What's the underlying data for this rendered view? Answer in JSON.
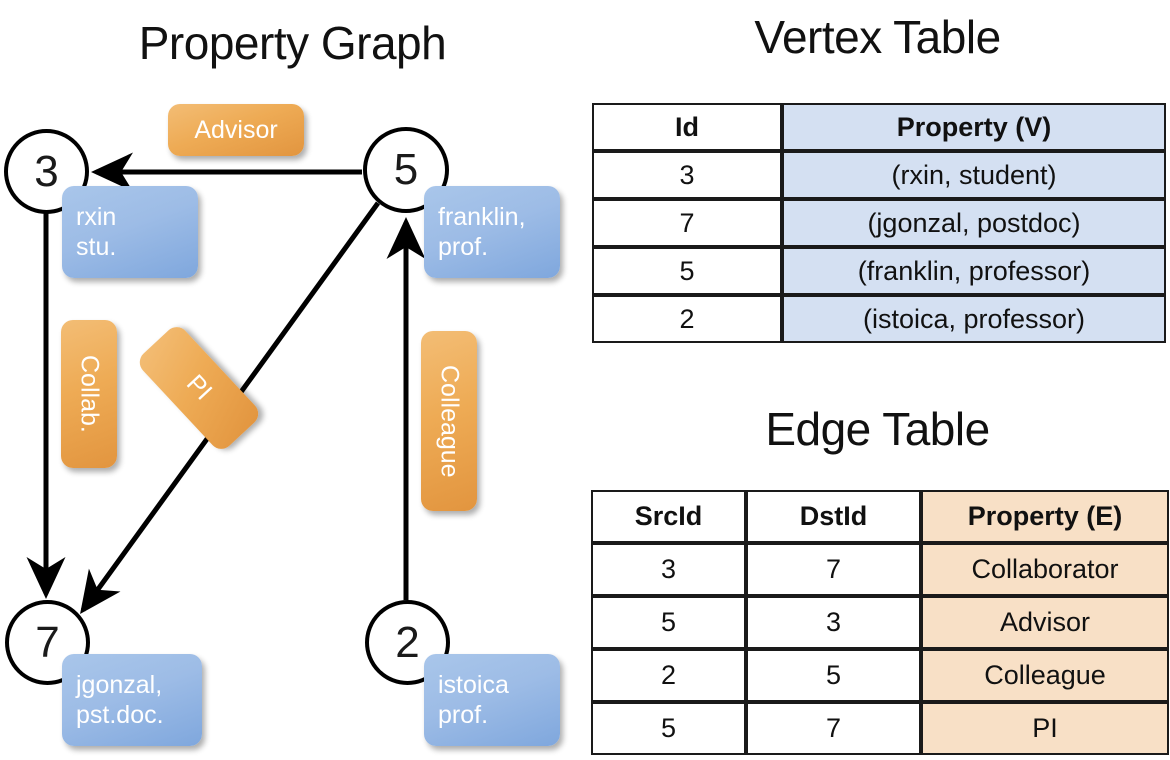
{
  "titles": {
    "graph": "Property Graph",
    "vertex_table": "Vertex Table",
    "edge_table": "Edge Table"
  },
  "colors": {
    "vertex_property_fill": "#d4e0f2",
    "edge_property_fill": "#f8e0c6",
    "vertex_box_blue": "#9dbce6",
    "edge_label_orange": "#eeab55",
    "stroke": "#000000",
    "background": "#ffffff"
  },
  "graph": {
    "nodes": [
      {
        "id": "3",
        "label": "3",
        "property_lines": [
          "rxin",
          "stu."
        ]
      },
      {
        "id": "5",
        "label": "5",
        "property_lines": [
          "franklin,",
          "prof."
        ]
      },
      {
        "id": "7",
        "label": "7",
        "property_lines": [
          "jgonzal,",
          "pst.doc."
        ]
      },
      {
        "id": "2",
        "label": "2",
        "property_lines": [
          "istoica",
          "prof."
        ]
      }
    ],
    "edge_labels": [
      {
        "id": "advisor",
        "text": "Advisor",
        "orientation": "horizontal"
      },
      {
        "id": "collab",
        "text": "Collab.",
        "orientation": "vertical"
      },
      {
        "id": "pi",
        "text": "PI",
        "orientation": "diagonal"
      },
      {
        "id": "colleague",
        "text": "Colleague",
        "orientation": "vertical"
      }
    ],
    "edges": [
      {
        "src": "5",
        "dst": "3",
        "label": "Advisor"
      },
      {
        "src": "3",
        "dst": "7",
        "label": "Collab."
      },
      {
        "src": "5",
        "dst": "7",
        "label": "PI"
      },
      {
        "src": "2",
        "dst": "5",
        "label": "Colleague"
      }
    ]
  },
  "vertex_table": {
    "headers": [
      "Id",
      "Property (V)"
    ],
    "rows": [
      {
        "id": "3",
        "property": "(rxin, student)"
      },
      {
        "id": "7",
        "property": "(jgonzal, postdoc)"
      },
      {
        "id": "5",
        "property": "(franklin, professor)"
      },
      {
        "id": "2",
        "property": "(istoica, professor)"
      }
    ]
  },
  "edge_table": {
    "headers": [
      "SrcId",
      "DstId",
      "Property (E)"
    ],
    "rows": [
      {
        "src": "3",
        "dst": "7",
        "property": "Collaborator"
      },
      {
        "src": "5",
        "dst": "3",
        "property": "Advisor"
      },
      {
        "src": "2",
        "dst": "5",
        "property": "Colleague"
      },
      {
        "src": "5",
        "dst": "7",
        "property": "PI"
      }
    ]
  }
}
